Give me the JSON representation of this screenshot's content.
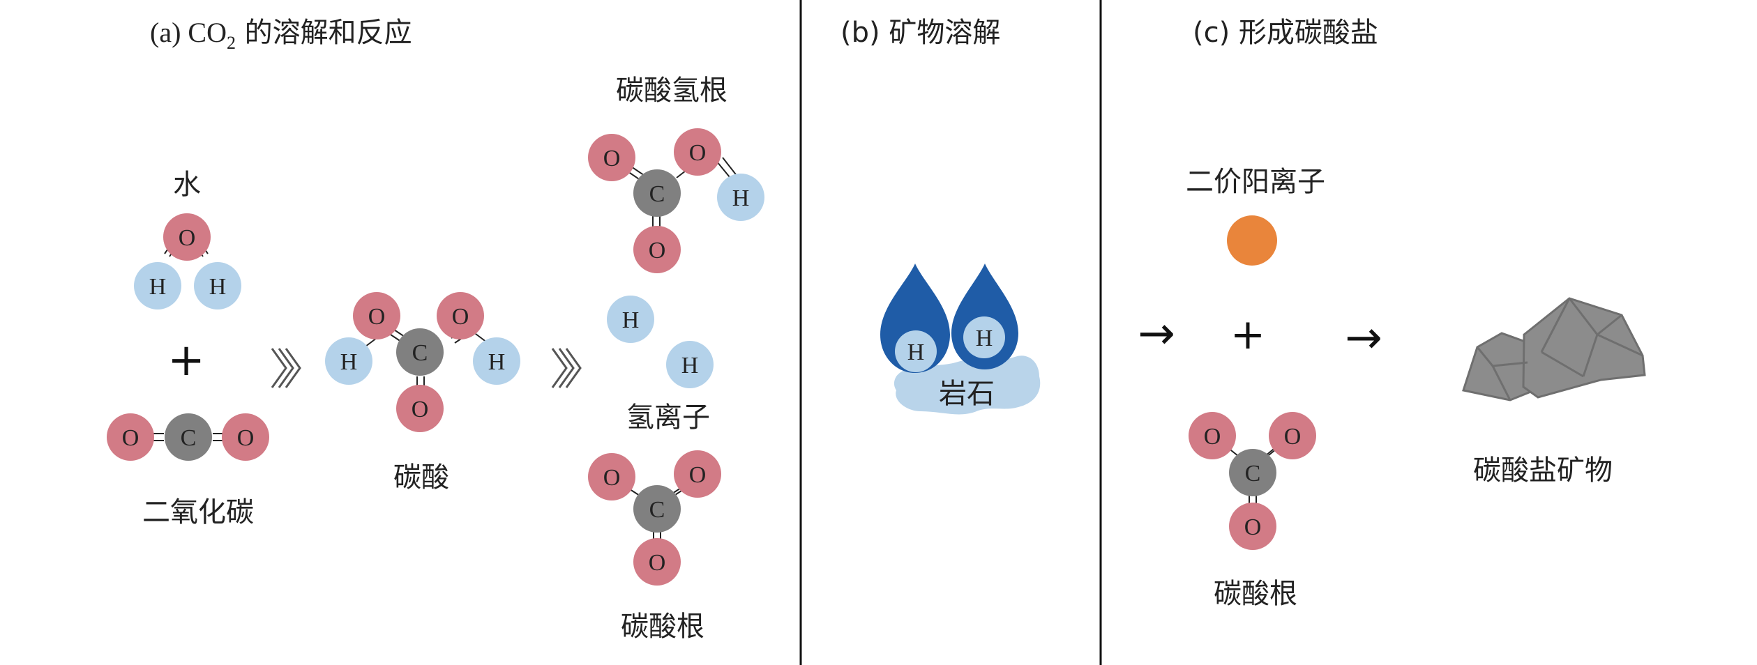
{
  "colors": {
    "oxygen": "#d27b86",
    "hydrogen": "#b4d2ea",
    "carbon": "#808080",
    "divalent_cation": "#e9853b",
    "water_drop": "#1f5ca7",
    "rock": "#b9d4ea",
    "mineral": "#8c8c8c",
    "mineral_edge": "#6f6f6f",
    "divider": "#111111"
  },
  "atoms": {
    "O": "O",
    "H": "H",
    "C": "C"
  },
  "panel_a": {
    "title_prefix": "(a) CO",
    "title_sub": "2",
    "title_suffix": " 的溶解和反应",
    "water_label": "水",
    "plus": "+",
    "co2_label": "二氧化碳",
    "carbonic_acid_label": "碳酸",
    "bicarbonate_label": "碳酸氢根",
    "hydrogen_ion_label": "氢离子",
    "carbonate_label": "碳酸根"
  },
  "panel_b": {
    "title": "(b) 矿物溶解",
    "rock_label": "岩石"
  },
  "panel_c": {
    "title": "(c) 形成碳酸盐",
    "cation_label": "二价阳离子",
    "plus": "+",
    "arrow": "→",
    "carbonate_label": "碳酸根",
    "mineral_label": "碳酸盐矿物"
  }
}
